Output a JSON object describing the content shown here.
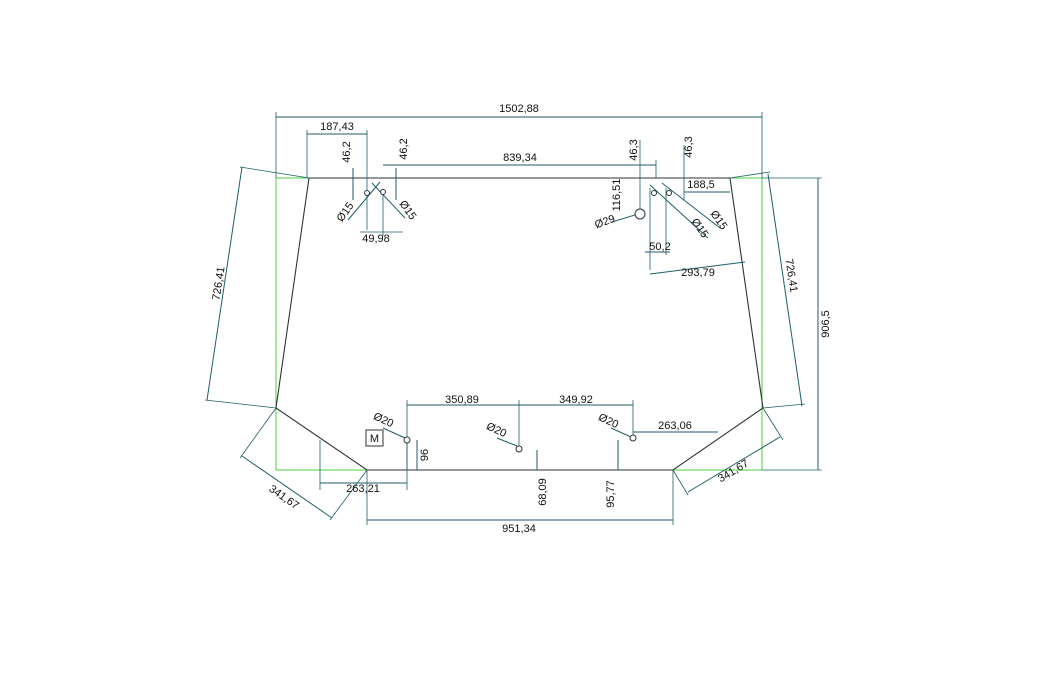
{
  "labels": {
    "overall_width": "1502,88",
    "overall_height": "906,5",
    "top_left_offset": "187,43",
    "top_left_hole_v1": "46,2",
    "top_left_hole_v2": "46,2",
    "top_left_hole_dia1": "Ø15",
    "top_left_hole_dia2": "Ø15",
    "top_left_hole_spacing": "49,98",
    "top_hole_distance": "839,34",
    "top_right_hole_v1": "46,3",
    "top_right_hole_v2": "46,3",
    "top_right_offset": "188,5",
    "top_right_big_hole_v": "116,51",
    "top_right_big_hole_dia": "Ø29",
    "top_right_hole_dia1": "Ø15",
    "top_right_hole_dia2": "Ø15",
    "top_right_hole_spacing": "50,2",
    "top_right_horizontal": "293,79",
    "left_side_length": "726,41",
    "right_side_length": "726,41",
    "bottom_left_chamfer": "341,67",
    "bottom_right_chamfer": "341,67",
    "bottom_left_offset": "263,21",
    "bottom_width": "951,34",
    "bottom_hole_spacing_1": "350,89",
    "bottom_hole_spacing_2": "349,92",
    "bottom_right_offset": "263,06",
    "bottom_hole_dia_1": "Ø20",
    "bottom_hole_dia_2": "Ø20",
    "bottom_hole_dia_3": "Ø20",
    "bottom_hole_v1": "96",
    "bottom_hole_v2": "68,09",
    "bottom_hole_v3": "95,77",
    "marker": "M"
  },
  "colors": {
    "dimension_line": "#1f5e6a",
    "bounding_box": "#4ccf3c",
    "outline": "#2a3438"
  }
}
